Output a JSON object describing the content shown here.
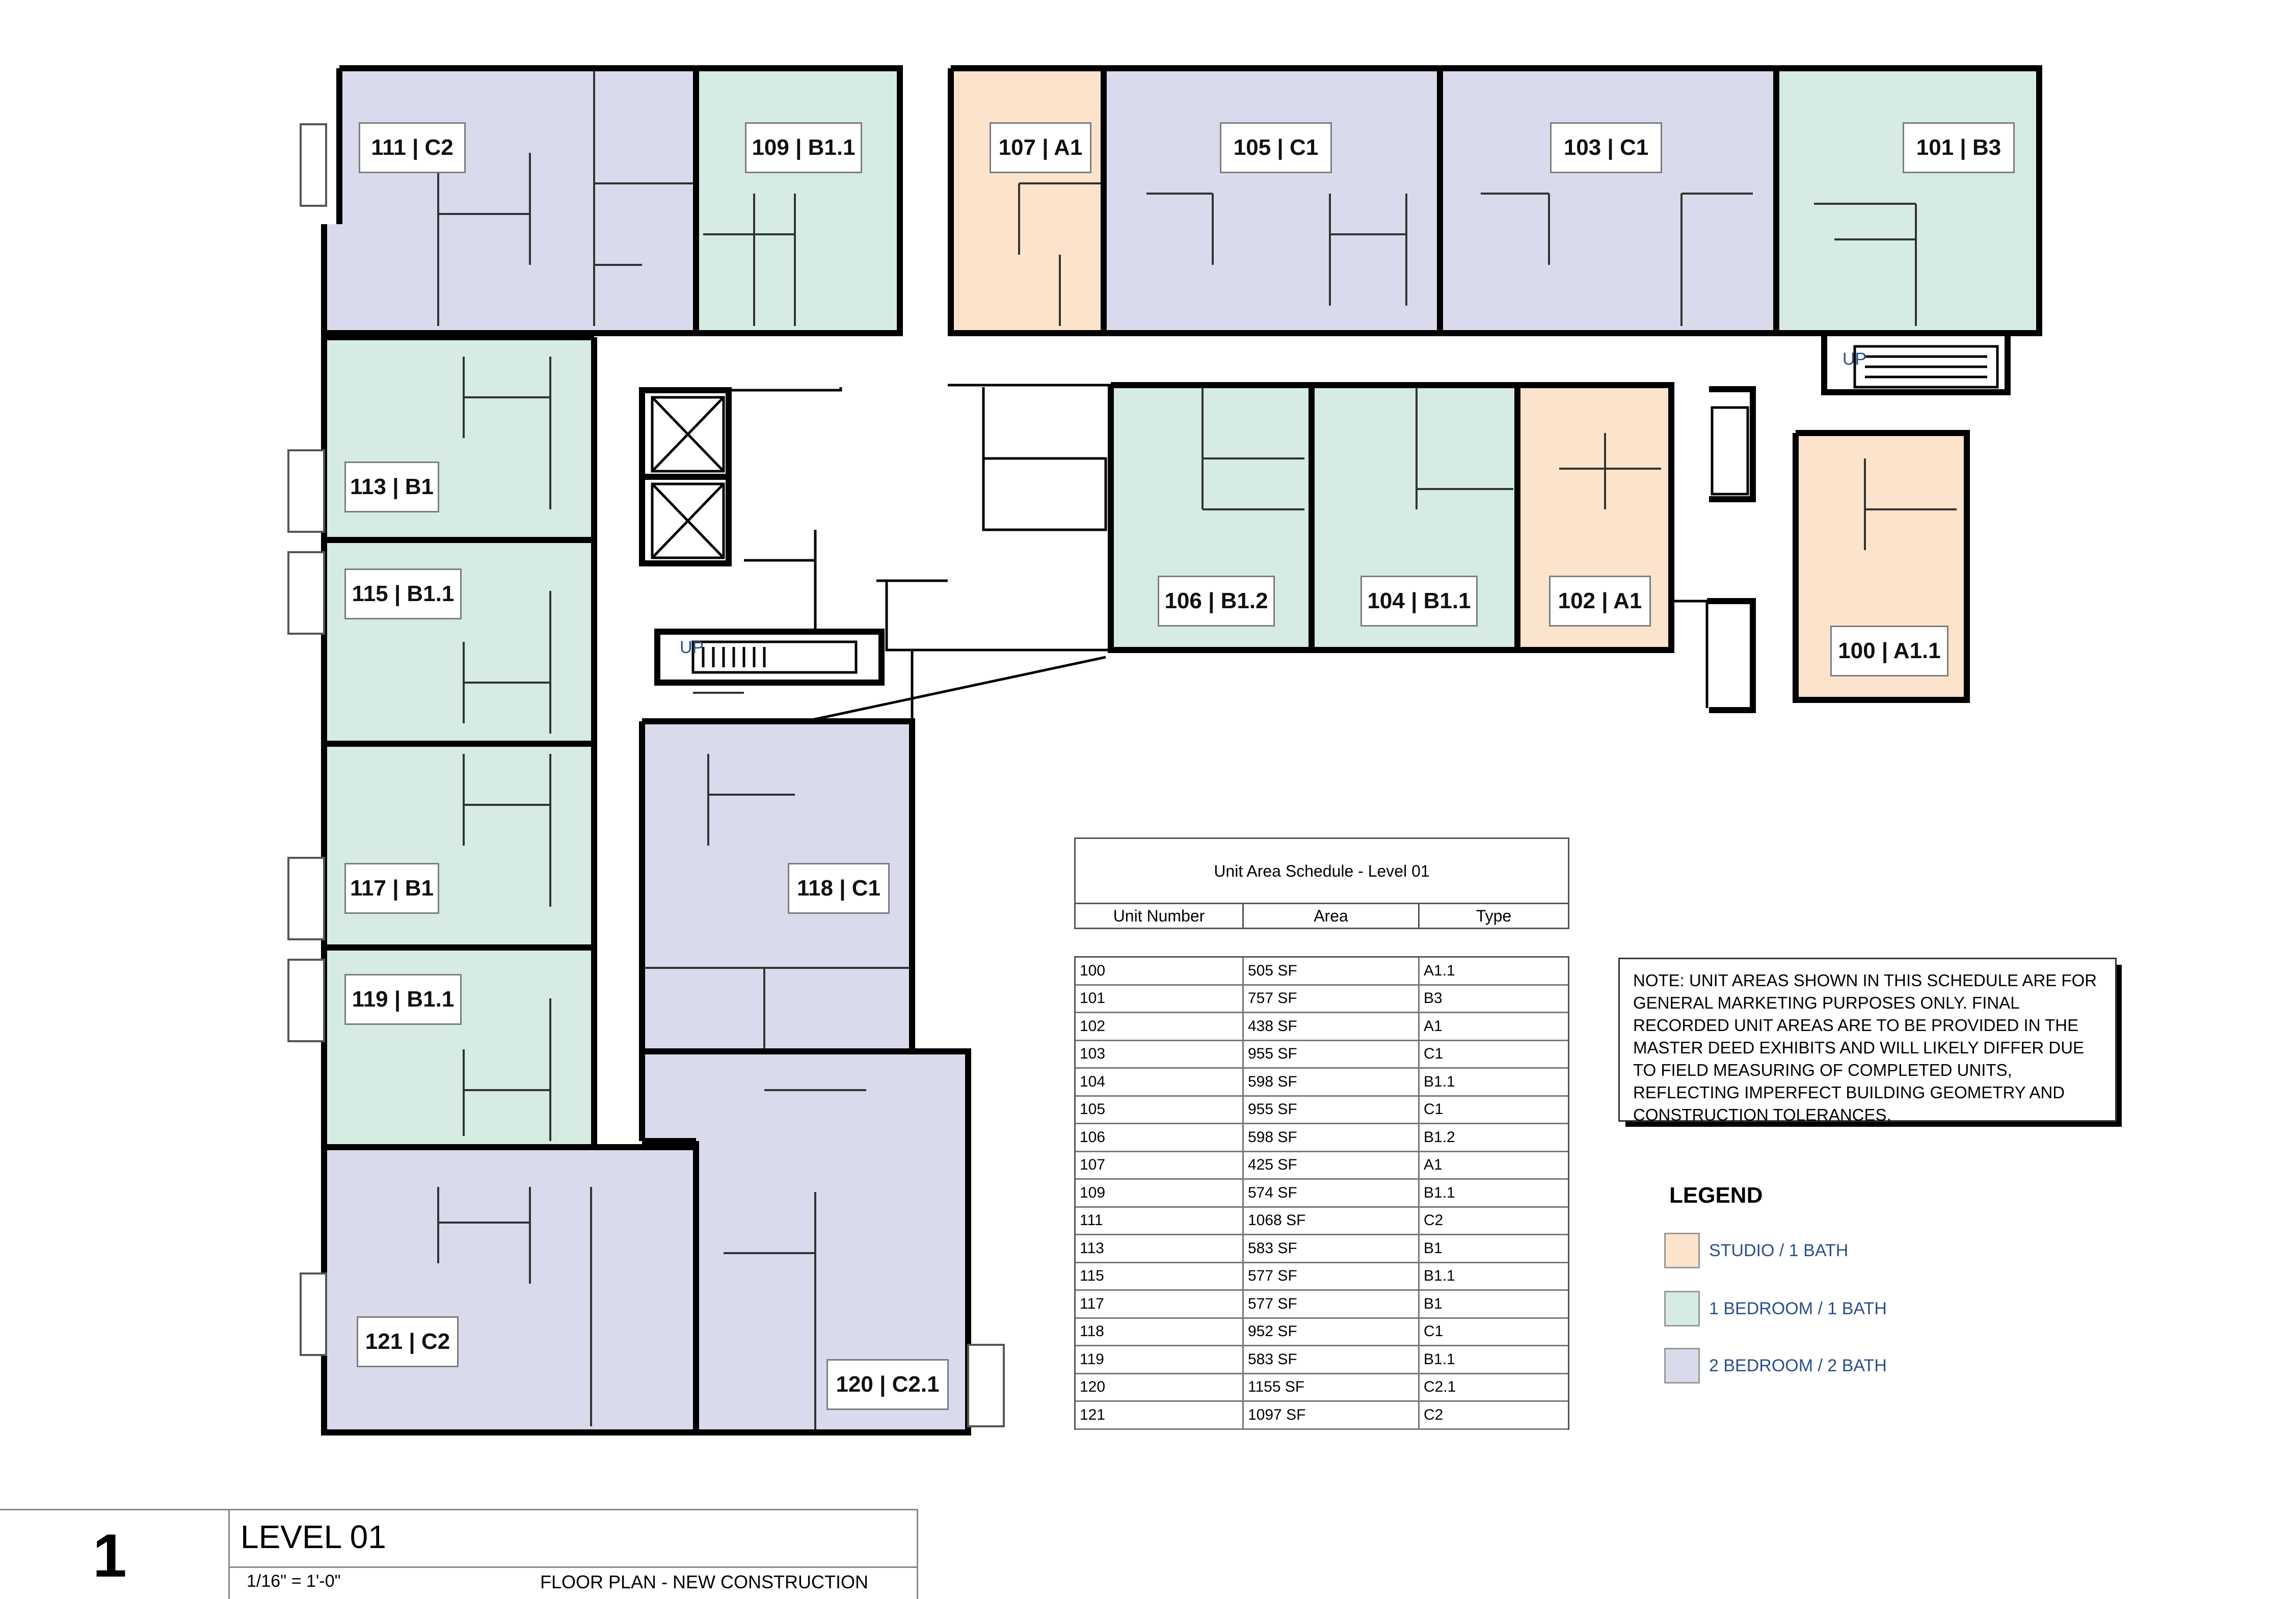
{
  "units": [
    {
      "id": "111",
      "label": "111 | C2",
      "type": "C2",
      "category": "two_bed"
    },
    {
      "id": "109",
      "label": "109 | B1.1",
      "type": "B1.1",
      "category": "one_bed"
    },
    {
      "id": "107",
      "label": "107 | A1",
      "type": "A1",
      "category": "studio"
    },
    {
      "id": "105",
      "label": "105 | C1",
      "type": "C1",
      "category": "two_bed"
    },
    {
      "id": "103",
      "label": "103 | C1",
      "type": "C1",
      "category": "two_bed"
    },
    {
      "id": "101",
      "label": "101 | B3",
      "type": "B3",
      "category": "one_bed"
    },
    {
      "id": "113",
      "label": "113 | B1",
      "type": "B1",
      "category": "one_bed"
    },
    {
      "id": "115",
      "label": "115 | B1.1",
      "type": "B1.1",
      "category": "one_bed"
    },
    {
      "id": "117",
      "label": "117 | B1",
      "type": "B1",
      "category": "one_bed"
    },
    {
      "id": "119",
      "label": "119 | B1.1",
      "type": "B1.1",
      "category": "one_bed"
    },
    {
      "id": "121",
      "label": "121 | C2",
      "type": "C2",
      "category": "two_bed"
    },
    {
      "id": "118",
      "label": "118 | C1",
      "type": "C1",
      "category": "two_bed"
    },
    {
      "id": "120",
      "label": "120 | C2.1",
      "type": "C2.1",
      "category": "two_bed"
    },
    {
      "id": "106",
      "label": "106 | B1.2",
      "type": "B1.2",
      "category": "one_bed"
    },
    {
      "id": "104",
      "label": "104 | B1.1",
      "type": "B1.1",
      "category": "one_bed"
    },
    {
      "id": "102",
      "label": "102 | A1",
      "type": "A1",
      "category": "studio"
    },
    {
      "id": "100",
      "label": "100 | A1.1",
      "type": "A1.1",
      "category": "studio"
    }
  ],
  "stairs": [
    {
      "label": "UP"
    },
    {
      "label": "UP"
    }
  ],
  "colors": {
    "studio": "#fbe3cc",
    "one_bed": "#d5ebe3",
    "two_bed": "#d9dbec",
    "wall": "#000000",
    "legend_text": "#2b4f8a"
  },
  "schedule": {
    "title": "Unit Area Schedule - Level 01",
    "headers": [
      "Unit Number",
      "Area",
      "Type"
    ],
    "rows": [
      [
        "100",
        "505 SF",
        "A1.1"
      ],
      [
        "101",
        "757 SF",
        "B3"
      ],
      [
        "102",
        "438 SF",
        "A1"
      ],
      [
        "103",
        "955 SF",
        "C1"
      ],
      [
        "104",
        "598 SF",
        "B1.1"
      ],
      [
        "105",
        "955 SF",
        "C1"
      ],
      [
        "106",
        "598 SF",
        "B1.2"
      ],
      [
        "107",
        "425 SF",
        "A1"
      ],
      [
        "109",
        "574 SF",
        "B1.1"
      ],
      [
        "111",
        "1068 SF",
        "C2"
      ],
      [
        "113",
        "583 SF",
        "B1"
      ],
      [
        "115",
        "577 SF",
        "B1.1"
      ],
      [
        "117",
        "577 SF",
        "B1"
      ],
      [
        "118",
        "952 SF",
        "C1"
      ],
      [
        "119",
        "583 SF",
        "B1.1"
      ],
      [
        "120",
        "1155 SF",
        "C2.1"
      ],
      [
        "121",
        "1097 SF",
        "C2"
      ]
    ]
  },
  "note": "NOTE: UNIT AREAS SHOWN IN THIS SCHEDULE ARE FOR GENERAL MARKETING PURPOSES ONLY. FINAL RECORDED UNIT AREAS ARE TO BE PROVIDED IN THE MASTER DEED EXHIBITS AND WILL LIKELY DIFFER DUE TO FIELD MEASURING OF COMPLETED UNITS, REFLECTING IMPERFECT BUILDING GEOMETRY AND CONSTRUCTION TOLERANCES.",
  "legend": {
    "title": "LEGEND",
    "items": [
      {
        "label": "STUDIO / 1 BATH",
        "color": "#fbe3cc"
      },
      {
        "label": "1 BEDROOM / 1 BATH",
        "color": "#d5ebe3"
      },
      {
        "label": "2 BEDROOM / 2 BATH",
        "color": "#d9dbec"
      }
    ]
  },
  "title_block": {
    "number": "1",
    "title": "LEVEL 01",
    "scale": "1/16\" = 1'-0\"",
    "subtitle": "FLOOR PLAN - NEW CONSTRUCTION"
  }
}
